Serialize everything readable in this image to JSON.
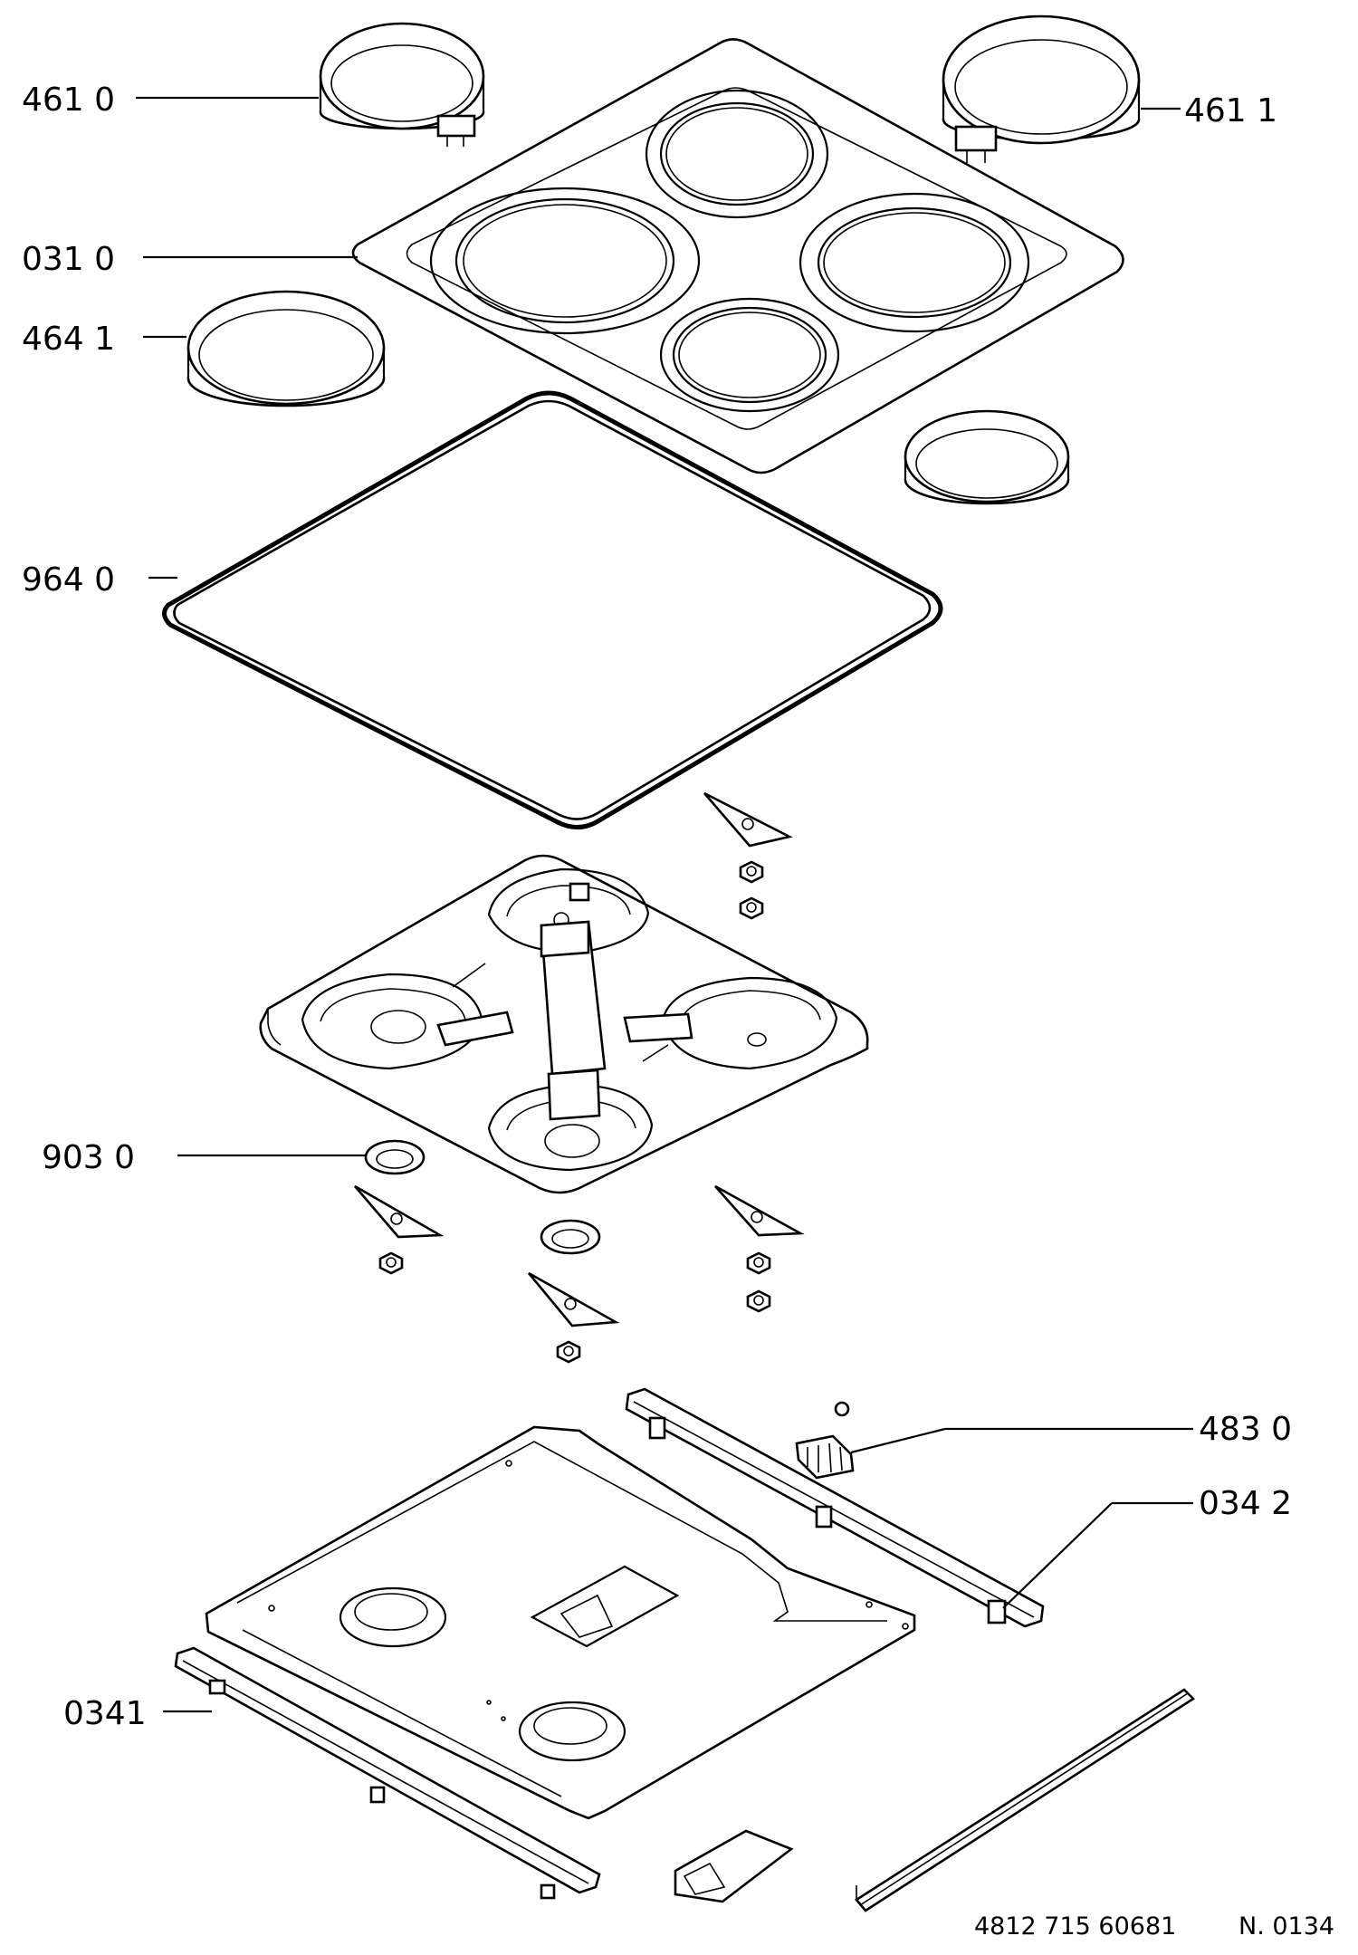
{
  "callouts": {
    "hotplate_front_left": "461 0",
    "hotplate_rear_right": "461 1",
    "hob_top": "031 0",
    "hotplate_rear_left": "464 1",
    "gasket": "964 0",
    "ring_clip": "903 0",
    "terminal_block": "483 0",
    "rear_bracket": "034 2",
    "front_bracket": "0341"
  },
  "footer": {
    "part_number": "4812 715 60681",
    "sheet": "N. 0134"
  }
}
